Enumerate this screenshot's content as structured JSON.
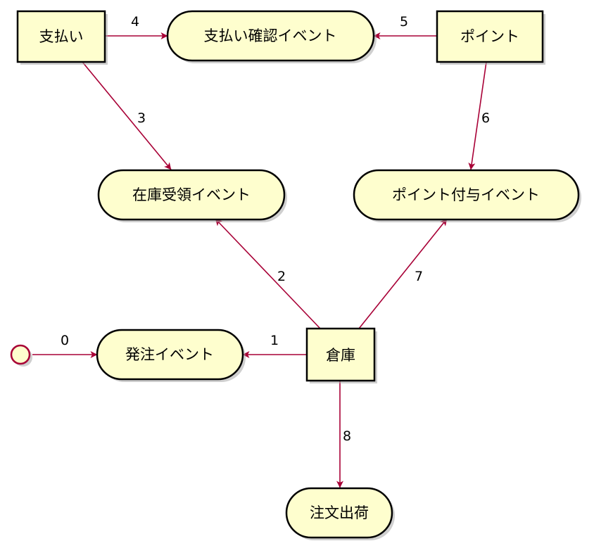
{
  "colors": {
    "node_fill": "#FEFECE",
    "node_stroke": "#000000",
    "edge": "#A80036",
    "start_fill": "#FEFECE",
    "start_stroke": "#A80036"
  },
  "nodes": {
    "shiharai": "支払い",
    "shiharai_kakunin": "支払い確認イベント",
    "point": "ポイント",
    "zaiko_juryo": "在庫受領イベント",
    "point_fuyo": "ポイント付与イベント",
    "hacchu": "発注イベント",
    "souko": "倉庫",
    "chumon_shukka": "注文出荷"
  },
  "edges": [
    {
      "from": "start",
      "to": "hacchu",
      "label": "0"
    },
    {
      "from": "souko",
      "to": "hacchu",
      "label": "1"
    },
    {
      "from": "souko",
      "to": "zaiko_juryo",
      "label": "2"
    },
    {
      "from": "shiharai",
      "to": "zaiko_juryo",
      "label": "3"
    },
    {
      "from": "shiharai",
      "to": "shiharai_kakunin",
      "label": "4"
    },
    {
      "from": "point",
      "to": "shiharai_kakunin",
      "label": "5"
    },
    {
      "from": "point",
      "to": "point_fuyo",
      "label": "6"
    },
    {
      "from": "souko",
      "to": "point_fuyo",
      "label": "7"
    },
    {
      "from": "souko",
      "to": "chumon_shukka",
      "label": "8"
    }
  ]
}
